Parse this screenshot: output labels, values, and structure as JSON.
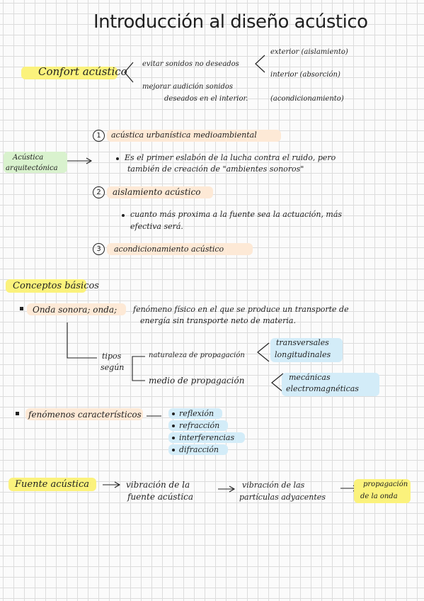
{
  "title": "Introducción al diseño acústico",
  "confort": {
    "label": "Confort acústico",
    "evitar": "evitar sonidos no deseados",
    "exterior": "exterior (aislamiento)",
    "interior": "interior (absorción)",
    "mejorar_1": "mejorar audición sonidos",
    "mejorar_2": "deseados en el interior.",
    "acondicionamiento": "(acondicionamiento)"
  },
  "acustica_arq": {
    "label_1": "Acústica",
    "label_2": "arquitectónica",
    "items": [
      {
        "num": "1",
        "title": "acústica urbanística medioambiental",
        "bullet_1": "Es el primer eslabón de la lucha contra el ruido, pero",
        "bullet_2": "también de creación de \"ambientes sonoros\""
      },
      {
        "num": "2",
        "title": "aislamiento acústico",
        "bullet_1": "cuanto más proxima a la fuente sea la actuación, más",
        "bullet_2": "efectiva será."
      },
      {
        "num": "3",
        "title": "acondicionamiento acústico"
      }
    ]
  },
  "conceptos": {
    "heading": "Conceptos básicos",
    "onda_label": "Onda sonora; onda;",
    "onda_def_1": "fenómeno físico en el que se produce un transporte de",
    "onda_def_2": "energía sin transporte neto de materia.",
    "tipos_1": "tipos",
    "tipos_2": "según",
    "naturaleza": "naturaleza de propagación",
    "transversales": "transversales",
    "longitudinales": "longitudinales",
    "medio": "medio de propagación",
    "mecanicas": "mecánicas",
    "electromagneticas": "electromagnéticas",
    "fenomenos": "fenómenos característicos",
    "fen_items": [
      "reflexión",
      "refracción",
      "interferencias",
      "difracción"
    ]
  },
  "fuente": {
    "label": "Fuente acústica",
    "step1_1": "vibración de la",
    "step1_2": "fuente acústica",
    "step2_1": "vibración de las",
    "step2_2": "partículas adyacentes",
    "step3_1": "propagación",
    "step3_2": "de la onda"
  }
}
